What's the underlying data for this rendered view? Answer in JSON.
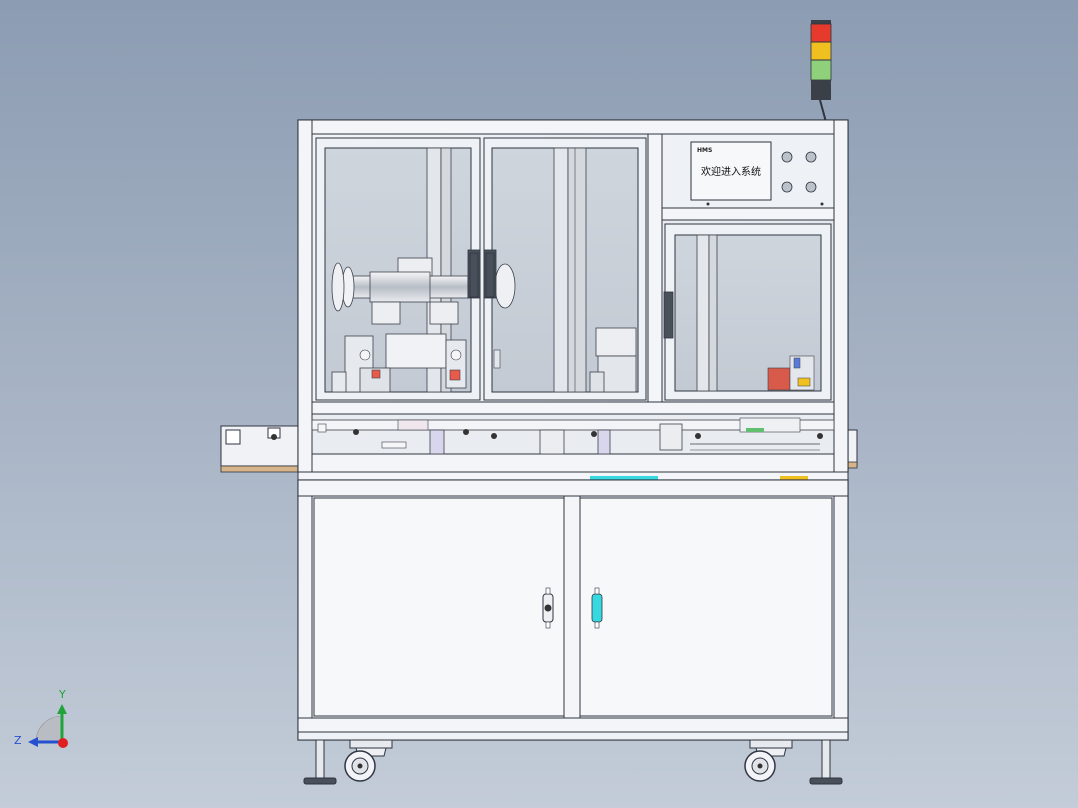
{
  "hmi_screen": {
    "brand": "HMS",
    "welcome_text": "欢迎进入系统"
  },
  "triad": {
    "y_label": "Y",
    "z_label": "Z"
  },
  "colors": {
    "background_top": "#8c9cb2",
    "background_bottom": "#c3ccd8",
    "frame": "#eef1f5",
    "stroke": "#2f3540",
    "light_red": "#e53a2c",
    "light_yellow": "#f0c020",
    "light_green": "#8fd07a",
    "handle_cyan": "#38d8e0",
    "wood": "#d7b48a",
    "axis_y": "#1fa33a",
    "axis_z": "#2450d0",
    "axis_origin": "#e02020"
  }
}
